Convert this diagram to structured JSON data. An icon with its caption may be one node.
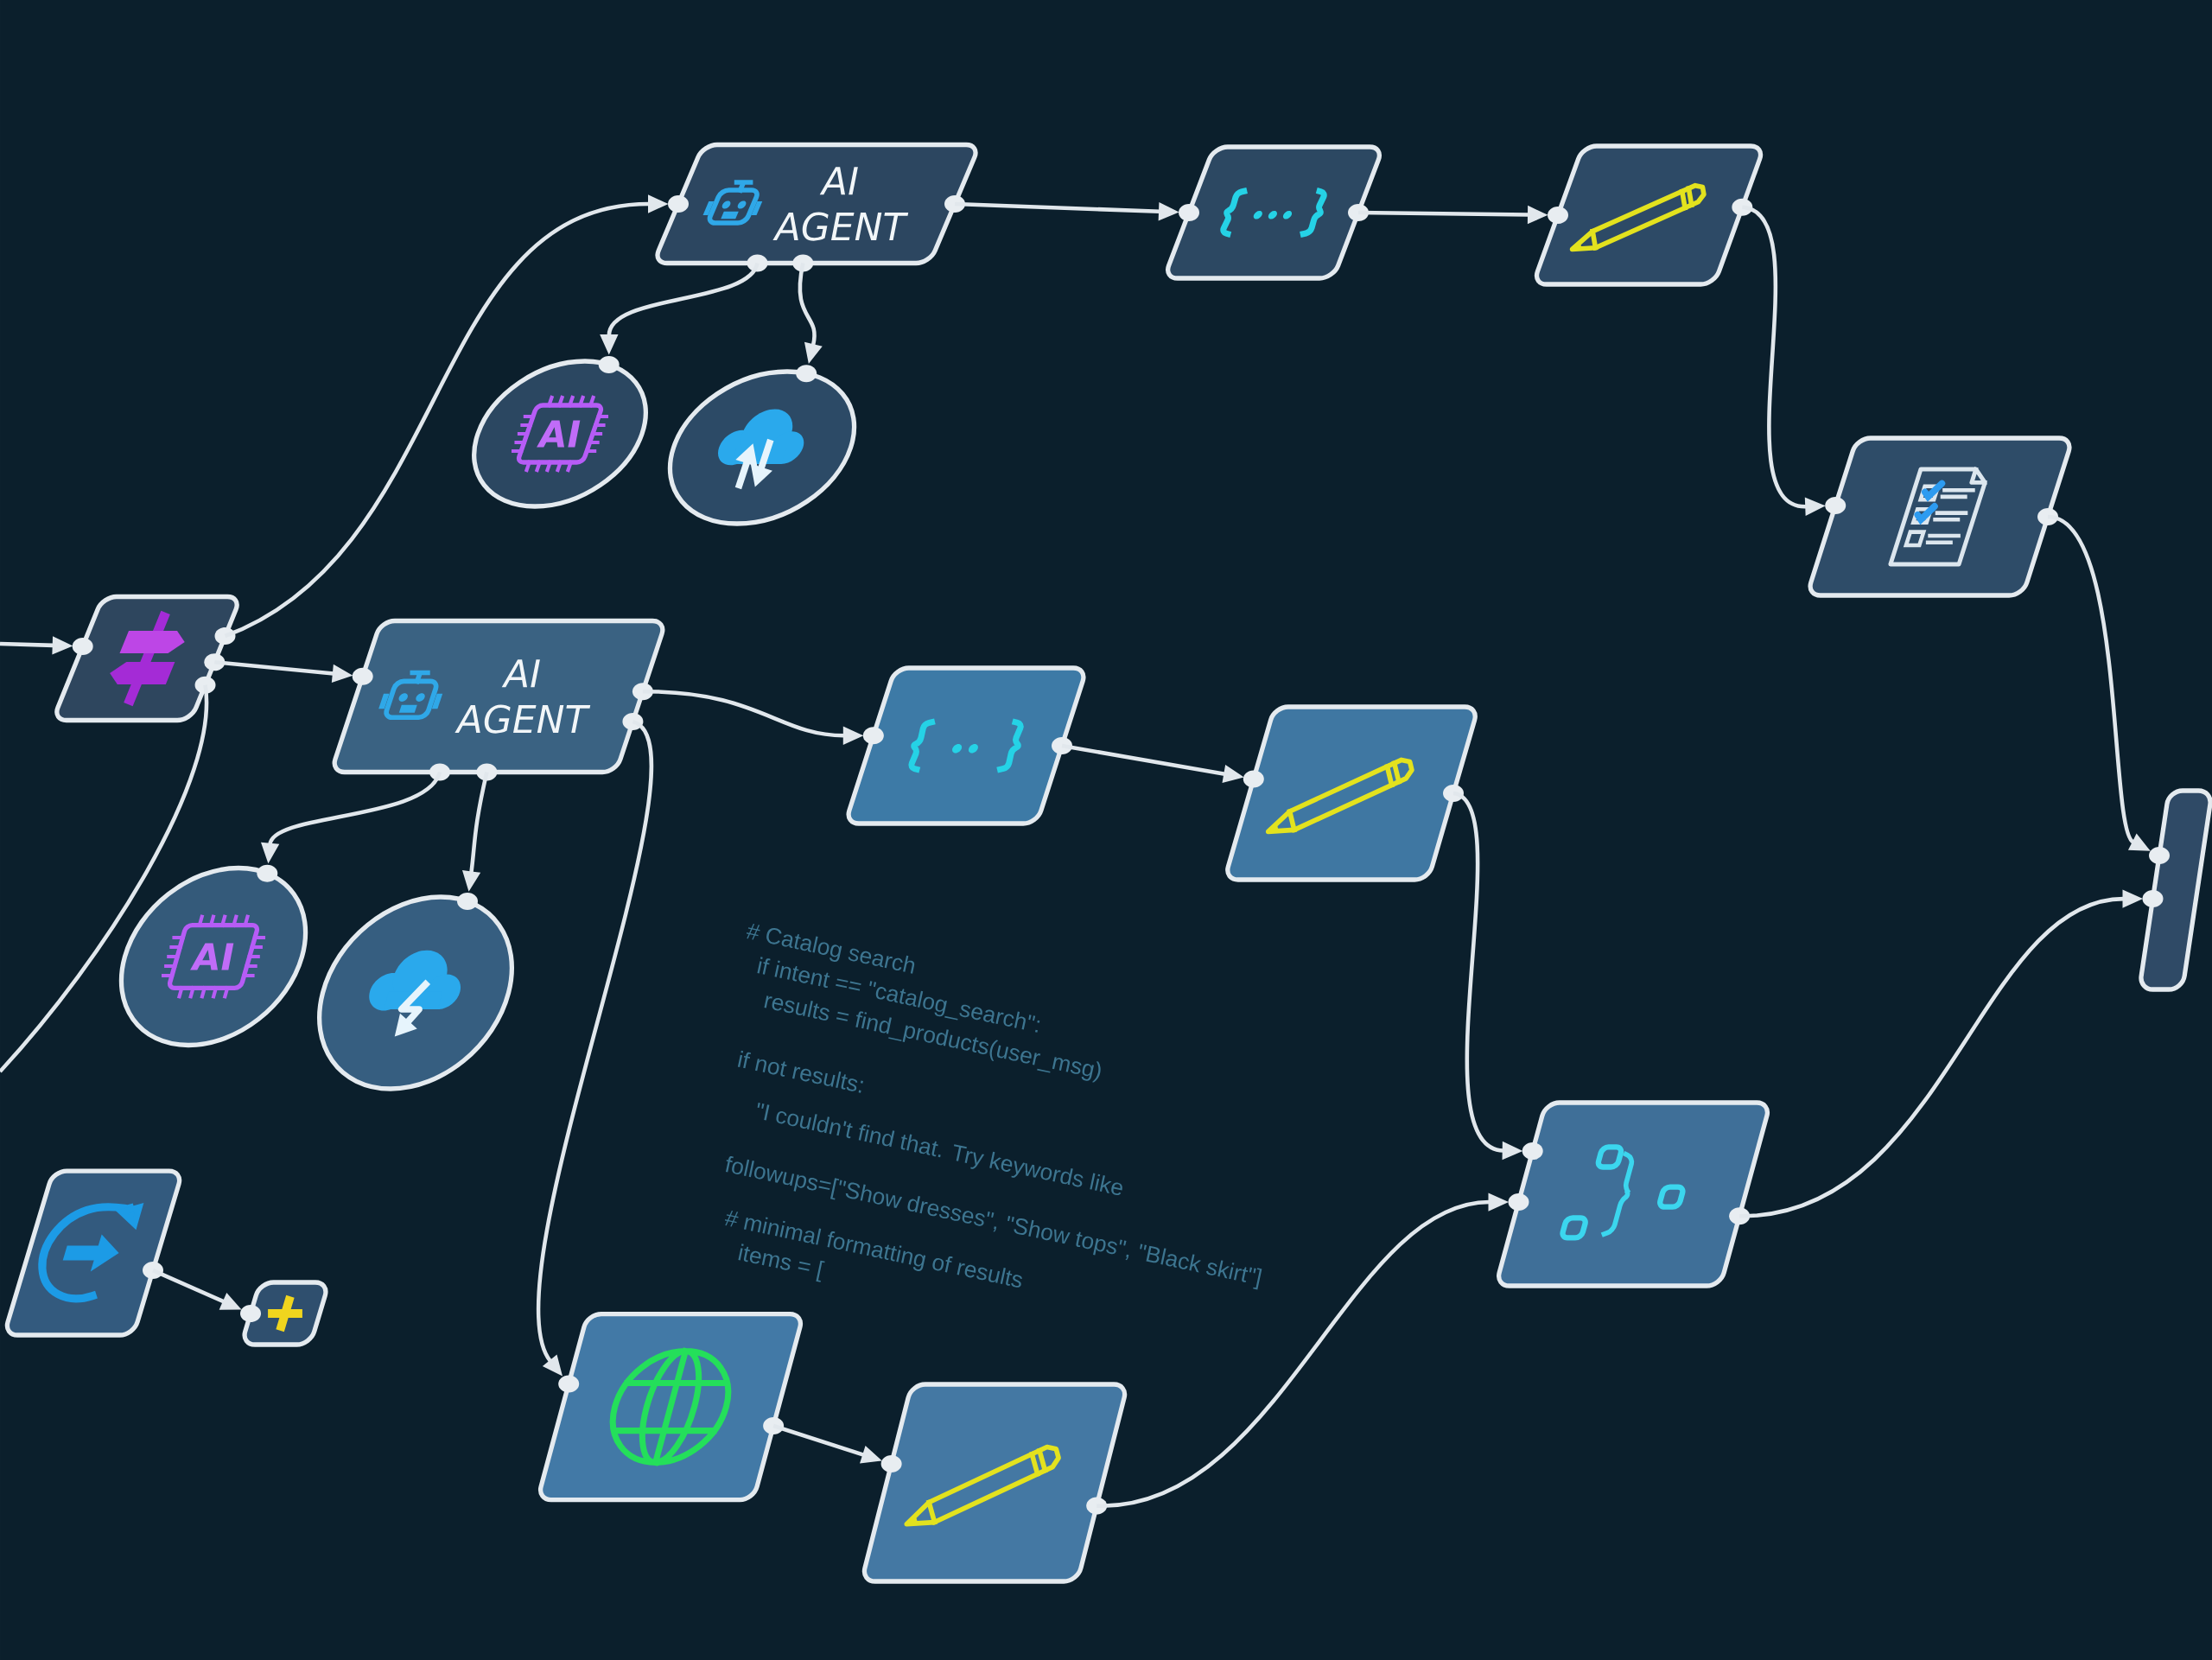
{
  "diagram": {
    "nodes": [
      {
        "text": [],
        "shape": "box"
      },
      {
        "text": [
          "AI AGENT"
        ]
      },
      {
        "text": [
          "AI"
        ]
      },
      {
        "text": [],
        "shape": "circle"
      },
      {
        "text": [],
        "shape": "box"
      },
      {
        "text": [],
        "shape": "box"
      },
      {
        "text": [],
        "shape": "box"
      },
      {
        "text": [
          "AI AGENT"
        ]
      },
      {
        "text": [
          "AI"
        ]
      },
      {
        "text": [],
        "shape": "circle"
      },
      {
        "text": [],
        "shape": "box"
      },
      {
        "text": [],
        "shape": "box"
      },
      {
        "text": [],
        "shape": "box"
      },
      {
        "text": [],
        "shape": "box"
      },
      {
        "text": [],
        "shape": "box"
      },
      {
        "text": [],
        "shape": "box"
      },
      {
        "text": [],
        "shape": "box"
      },
      {
        "text": [],
        "shape": "box"
      }
    ],
    "edges": [
      {
        "from": null,
        "to": 0,
        "arrow": "to"
      },
      {
        "from": 0,
        "to": 1,
        "arrow": "to"
      },
      {
        "from": 0,
        "to": 7,
        "arrow": "to"
      },
      {
        "from": 0,
        "to": null,
        "arrow": "none"
      },
      {
        "from": 1,
        "to": 2,
        "arrow": "to"
      },
      {
        "from": 1,
        "to": 3,
        "arrow": "to"
      },
      {
        "from": 1,
        "to": 4,
        "arrow": "to"
      },
      {
        "from": 4,
        "to": 5,
        "arrow": "to"
      },
      {
        "from": 5,
        "to": 6,
        "arrow": "to"
      },
      {
        "from": 6,
        "to": 17,
        "arrow": "to"
      },
      {
        "from": 7,
        "to": 8,
        "arrow": "to"
      },
      {
        "from": 7,
        "to": 9,
        "arrow": "to"
      },
      {
        "from": 7,
        "to": 10,
        "arrow": "to"
      },
      {
        "from": 7,
        "to": 14,
        "arrow": "to"
      },
      {
        "from": 10,
        "to": 11,
        "arrow": "to"
      },
      {
        "from": 11,
        "to": 16,
        "arrow": "to"
      },
      {
        "from": 12,
        "to": 13,
        "arrow": "to"
      },
      {
        "from": 14,
        "to": 15,
        "arrow": "to"
      },
      {
        "from": 15,
        "to": 16,
        "arrow": "to"
      },
      {
        "from": 16,
        "to": 17,
        "arrow": "to"
      }
    ],
    "labels": [
      "# Catalog search",
      "if intent == \"catalog_search\":",
      "results = find_products(user_msg)",
      "if not results:",
      "\"I couldn't find that. Try keywords like",
      "followups=[\"Show dresses\", \"Show tops\", \"Black skirt\"]",
      "# minimal formatting of results",
      "items = ["
    ]
  }
}
